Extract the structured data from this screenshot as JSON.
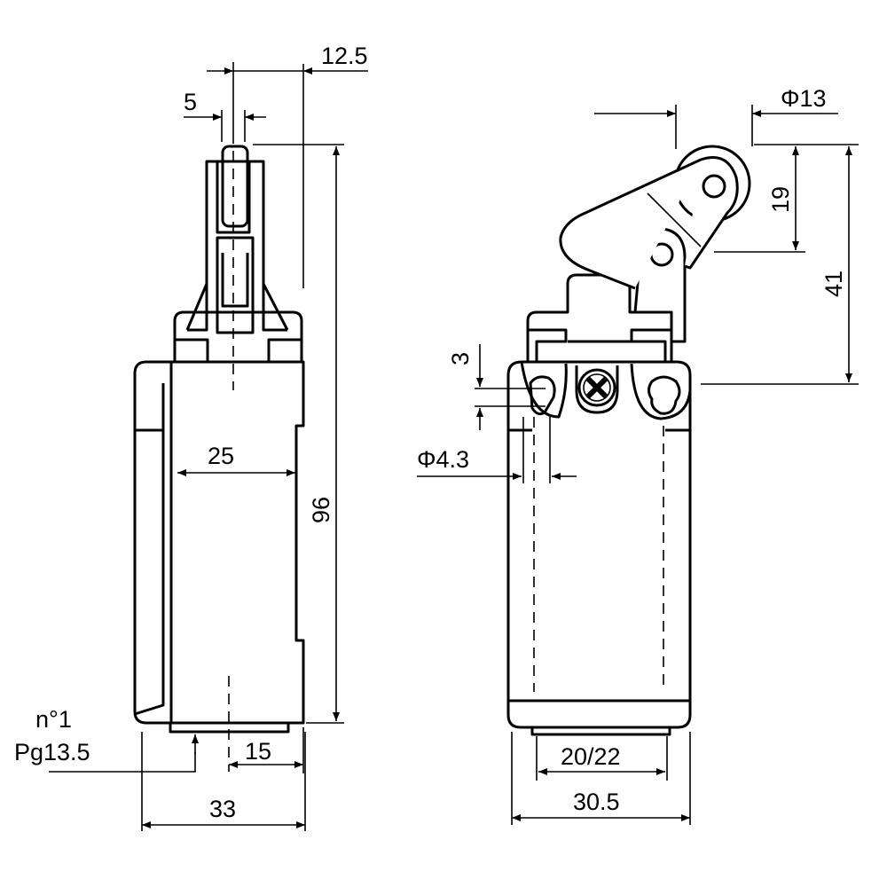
{
  "left_view": {
    "dim_12_5": "12.5",
    "dim_5": "5",
    "dim_96": "96",
    "dim_25": "25",
    "dim_15": "15",
    "dim_33": "33",
    "entry_number": "n°1",
    "entry_thread": "Pg13.5"
  },
  "right_view": {
    "dim_phi13": "Φ13",
    "dim_19": "19",
    "dim_41": "41",
    "dim_3": "3",
    "dim_phi4_3": "Φ4.3",
    "dim_20_22": "20/22",
    "dim_30_5": "30.5"
  },
  "colors": {
    "line": "#000000",
    "background": "#ffffff"
  }
}
